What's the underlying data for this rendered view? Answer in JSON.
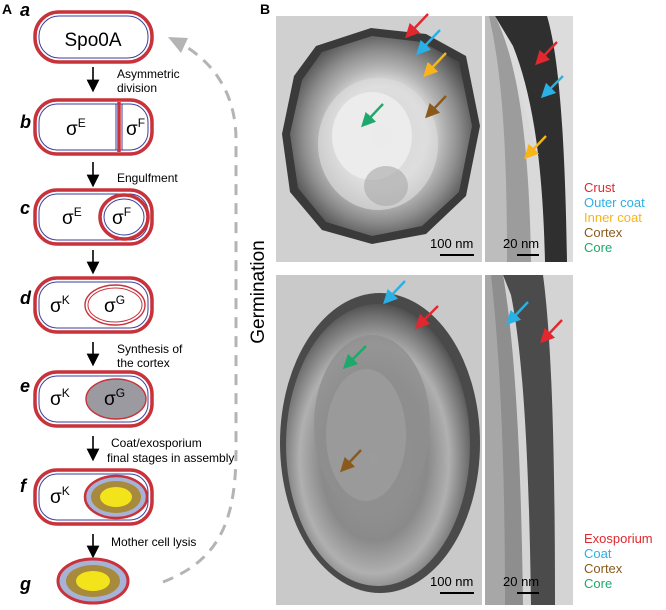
{
  "panel_a": {
    "label": "A",
    "steps": [
      {
        "letter": "a",
        "cell_text": "Spo0A"
      },
      {
        "letter": "b",
        "mother": "σ",
        "mother_sup": "E",
        "fore": "σ",
        "fore_sup": "F"
      },
      {
        "letter": "c",
        "mother": "σ",
        "mother_sup": "E",
        "fore": "σ",
        "fore_sup": "F"
      },
      {
        "letter": "d",
        "mother": "σ",
        "mother_sup": "K",
        "fore": "σ",
        "fore_sup": "G"
      },
      {
        "letter": "e",
        "mother": "σ",
        "mother_sup": "K",
        "fore": "σ",
        "fore_sup": "G"
      },
      {
        "letter": "f",
        "mother": "σ",
        "mother_sup": "K"
      },
      {
        "letter": "g"
      }
    ],
    "transitions": [
      {
        "line1": "Asymmetric",
        "line2": "division"
      },
      {
        "line1": "Engulfment",
        "line2": ""
      },
      {
        "line1": "",
        "line2": ""
      },
      {
        "line1": "Synthesis of",
        "line2": " the cortex"
      },
      {
        "line1": "Coat/exosporium",
        "line2": "final stages in assembly"
      },
      {
        "line1": "Mother cell lysis",
        "line2": ""
      }
    ],
    "germination_label": "Germination"
  },
  "panel_b": {
    "label": "B",
    "top": {
      "scale_left": "100 nm",
      "scale_right": "20 nm",
      "legend": [
        {
          "text": "Crust",
          "color": "#e0282e"
        },
        {
          "text": "Outer coat",
          "color": "#2ab0e4"
        },
        {
          "text": "Inner coat",
          "color": "#f7b519"
        },
        {
          "text": "Cortex",
          "color": "#8a5a1c"
        },
        {
          "text": "Core",
          "color": "#1fa86b"
        }
      ]
    },
    "bottom": {
      "scale_left": "100 nm",
      "scale_right": "20 nm",
      "legend": [
        {
          "text": "Exosporium",
          "color": "#e0282e"
        },
        {
          "text": "Coat",
          "color": "#2ab0e4"
        },
        {
          "text": "Cortex",
          "color": "#8a5a1c"
        },
        {
          "text": "Core",
          "color": "#1fa86b"
        }
      ]
    }
  },
  "colors": {
    "cell_red": "#c8323a",
    "cell_blue": "#3a3f9c",
    "cortex_gray": "#9a9aa0",
    "coat_brown": "#a88a3c",
    "core_yellow": "#f2e31a",
    "spore_blue": "#a6b2d6",
    "dashed_arrow": "#b4b4b4"
  }
}
